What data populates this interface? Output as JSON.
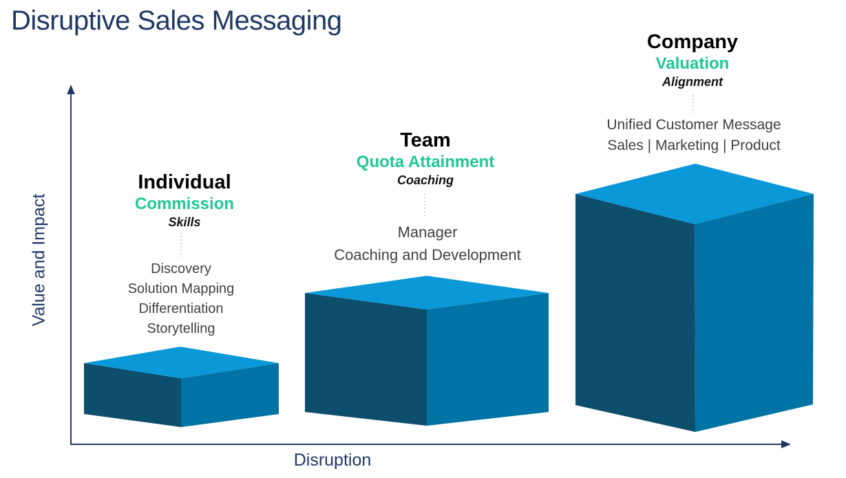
{
  "title": "Disruptive Sales Messaging",
  "axes": {
    "y_label": "Value and Impact",
    "x_label": "Disruption"
  },
  "stages": [
    {
      "heading": "Individual",
      "metric": "Commission",
      "focus": "Skills",
      "details": [
        "Discovery",
        "Solution Mapping",
        "Differentiation",
        "Storytelling"
      ]
    },
    {
      "heading": "Team",
      "metric": "Quota Attainment",
      "focus": "Coaching",
      "details": [
        "Manager",
        "Coaching and Development"
      ]
    },
    {
      "heading": "Company",
      "metric": "Valuation",
      "focus": "Alignment",
      "details": [
        "Unified Customer Message",
        "Sales | Marketing | Product"
      ]
    }
  ],
  "colors": {
    "navy": "#1f3864",
    "green": "#1ec895",
    "gray_text": "#404040",
    "box_top": "#0a98d8",
    "box_left": "#0d4e6c",
    "box_right": "#0173a4",
    "connector": "#b0b0b0"
  }
}
